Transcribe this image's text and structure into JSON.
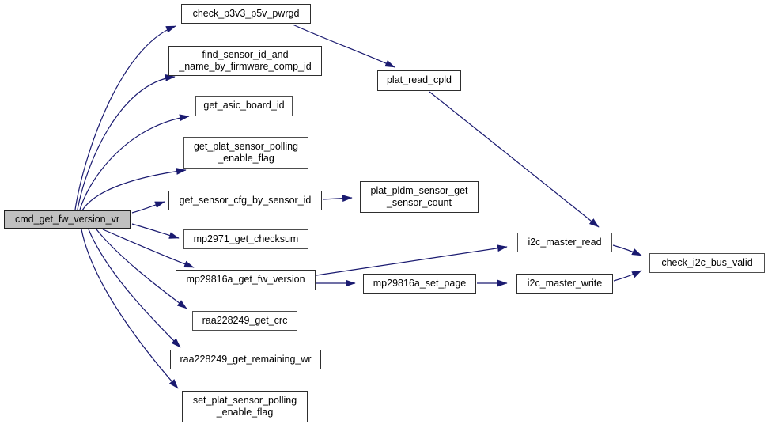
{
  "diagram": {
    "kind": "call-graph",
    "background_color": "#ffffff",
    "edge_color": "#1a1a70",
    "node_fill": "#ffffff",
    "node_border_color": "#3d3d3d",
    "root_fill": "#c0c0c0",
    "text_color": "#000000"
  },
  "nodes": [
    {
      "id": "cmd_get_fw_version_vr",
      "lines": [
        "cmd_get_fw_version_vr"
      ]
    },
    {
      "id": "check_p3v3_p5v_pwrgd",
      "lines": [
        "check_p3v3_p5v_pwrgd"
      ]
    },
    {
      "id": "find_sensor_id_and_name_by_firmware_comp_id",
      "lines": [
        "find_sensor_id_and",
        "_name_by_firmware_comp_id"
      ]
    },
    {
      "id": "get_asic_board_id",
      "lines": [
        "get_asic_board_id"
      ]
    },
    {
      "id": "get_plat_sensor_polling_enable_flag",
      "lines": [
        "get_plat_sensor_polling",
        "_enable_flag"
      ]
    },
    {
      "id": "get_sensor_cfg_by_sensor_id",
      "lines": [
        "get_sensor_cfg_by_sensor_id"
      ]
    },
    {
      "id": "mp2971_get_checksum",
      "lines": [
        "mp2971_get_checksum"
      ]
    },
    {
      "id": "mp29816a_get_fw_version",
      "lines": [
        "mp29816a_get_fw_version"
      ]
    },
    {
      "id": "raa228249_get_crc",
      "lines": [
        "raa228249_get_crc"
      ]
    },
    {
      "id": "raa228249_get_remaining_wr",
      "lines": [
        "raa228249_get_remaining_wr"
      ]
    },
    {
      "id": "set_plat_sensor_polling_enable_flag",
      "lines": [
        "set_plat_sensor_polling",
        "_enable_flag"
      ]
    },
    {
      "id": "plat_read_cpld",
      "lines": [
        "plat_read_cpld"
      ]
    },
    {
      "id": "plat_pldm_sensor_get_sensor_count",
      "lines": [
        "plat_pldm_sensor_get",
        "_sensor_count"
      ]
    },
    {
      "id": "mp29816a_set_page",
      "lines": [
        "mp29816a_set_page"
      ]
    },
    {
      "id": "i2c_master_read",
      "lines": [
        "i2c_master_read"
      ]
    },
    {
      "id": "i2c_master_write",
      "lines": [
        "i2c_master_write"
      ]
    },
    {
      "id": "check_i2c_bus_valid",
      "lines": [
        "check_i2c_bus_valid"
      ]
    }
  ],
  "edges": [
    {
      "from": "cmd_get_fw_version_vr",
      "to": "check_p3v3_p5v_pwrgd"
    },
    {
      "from": "cmd_get_fw_version_vr",
      "to": "find_sensor_id_and_name_by_firmware_comp_id"
    },
    {
      "from": "cmd_get_fw_version_vr",
      "to": "get_asic_board_id"
    },
    {
      "from": "cmd_get_fw_version_vr",
      "to": "get_plat_sensor_polling_enable_flag"
    },
    {
      "from": "cmd_get_fw_version_vr",
      "to": "get_sensor_cfg_by_sensor_id"
    },
    {
      "from": "cmd_get_fw_version_vr",
      "to": "mp2971_get_checksum"
    },
    {
      "from": "cmd_get_fw_version_vr",
      "to": "mp29816a_get_fw_version"
    },
    {
      "from": "cmd_get_fw_version_vr",
      "to": "raa228249_get_crc"
    },
    {
      "from": "cmd_get_fw_version_vr",
      "to": "raa228249_get_remaining_wr"
    },
    {
      "from": "cmd_get_fw_version_vr",
      "to": "set_plat_sensor_polling_enable_flag"
    },
    {
      "from": "check_p3v3_p5v_pwrgd",
      "to": "plat_read_cpld"
    },
    {
      "from": "plat_read_cpld",
      "to": "i2c_master_read"
    },
    {
      "from": "get_sensor_cfg_by_sensor_id",
      "to": "plat_pldm_sensor_get_sensor_count"
    },
    {
      "from": "mp29816a_get_fw_version",
      "to": "i2c_master_read"
    },
    {
      "from": "mp29816a_get_fw_version",
      "to": "mp29816a_set_page"
    },
    {
      "from": "mp29816a_set_page",
      "to": "i2c_master_write"
    },
    {
      "from": "i2c_master_read",
      "to": "check_i2c_bus_valid"
    },
    {
      "from": "i2c_master_write",
      "to": "check_i2c_bus_valid"
    }
  ]
}
